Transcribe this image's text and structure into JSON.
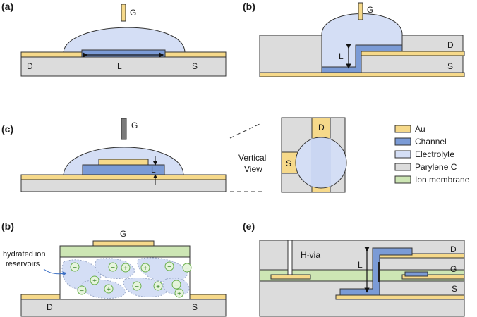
{
  "colors": {
    "au": "#f6d98a",
    "channel": "#7b9bd6",
    "electrolyte": "#d4def5",
    "parylene": "#dcdcdc",
    "ion_membrane": "#cde6b4",
    "stroke": "#333333",
    "ion_green": "#6ab04c"
  },
  "panels": {
    "a": {
      "label": "(a)",
      "gate": "G",
      "drain": "D",
      "length": "L",
      "source": "S"
    },
    "b_top": {
      "label": "(b)",
      "gate": "G",
      "drain": "D",
      "length": "L",
      "source": "S"
    },
    "c": {
      "label": "(c)",
      "gate": "G",
      "length": "L",
      "vertical_view": [
        "Vertical",
        "View"
      ],
      "view_drain": "D",
      "view_source": "S"
    },
    "b_bottom": {
      "label": "(b)",
      "gate": "G",
      "drain": "D",
      "source": "S",
      "annotation": [
        "hydrated ion",
        "reservoirs"
      ]
    },
    "e": {
      "label": "(e)",
      "via": "H-via",
      "length": "L",
      "drain": "D",
      "gate": "G",
      "source": "S"
    }
  },
  "legend": [
    {
      "label": "Au",
      "color_key": "au"
    },
    {
      "label": "Channel",
      "color_key": "channel"
    },
    {
      "label": "Electrolyte",
      "color_key": "electrolyte"
    },
    {
      "label": "Parylene C",
      "color_key": "parylene"
    },
    {
      "label": "Ion membrane",
      "color_key": "ion_membrane"
    }
  ]
}
